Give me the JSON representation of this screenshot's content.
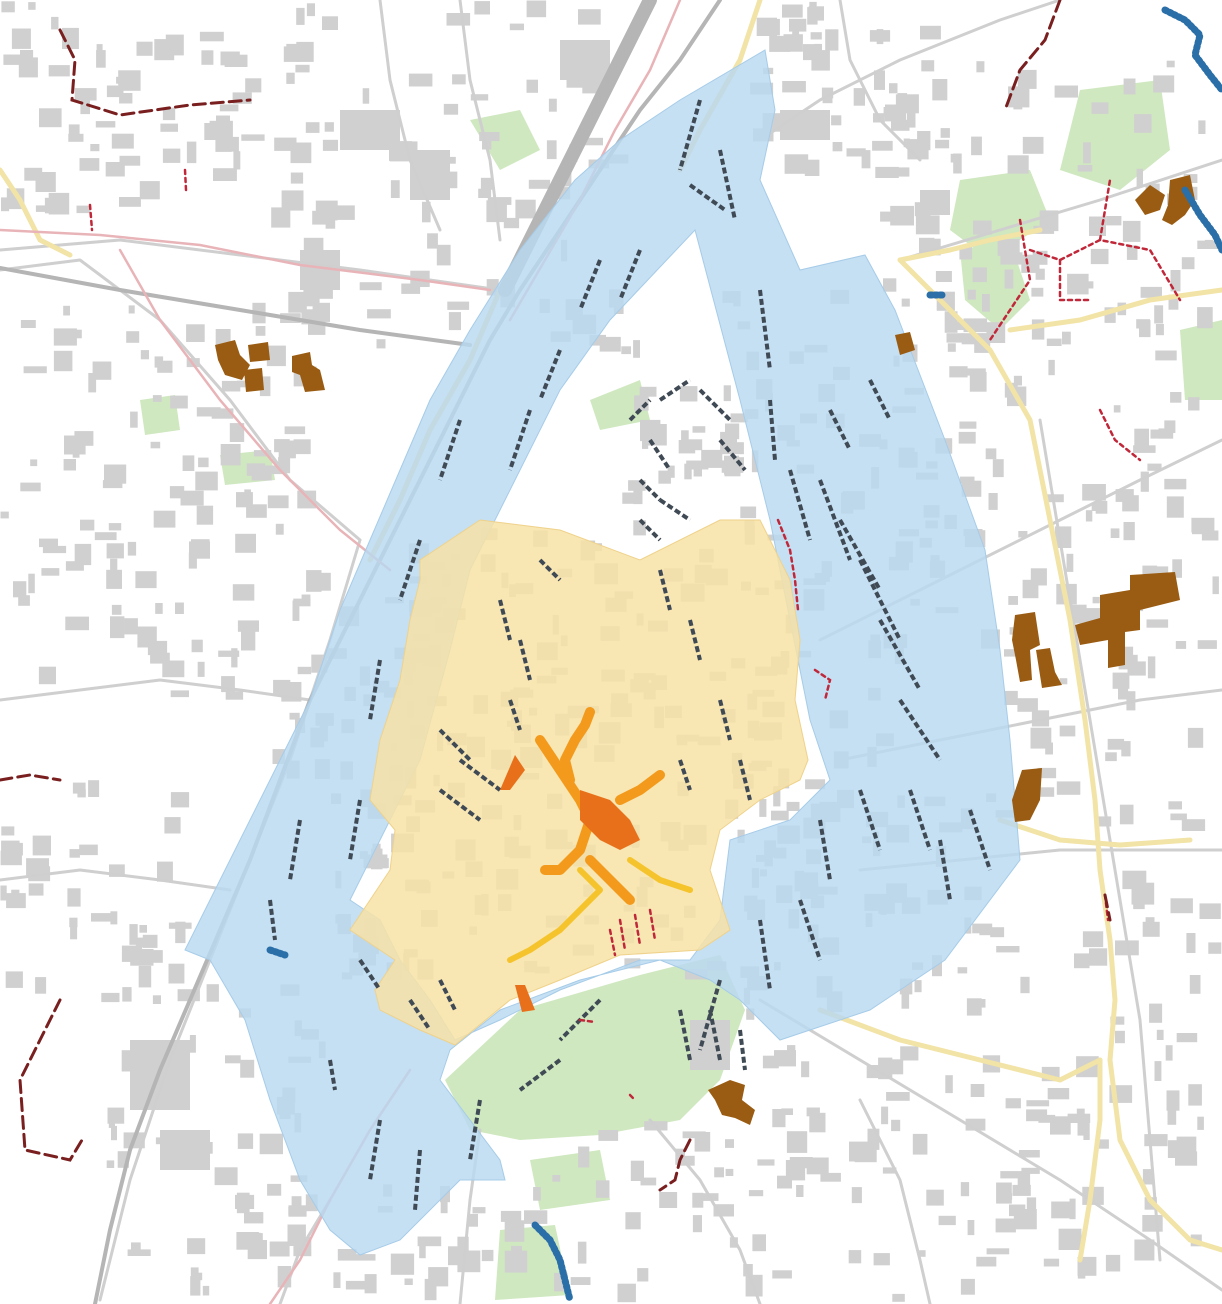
{
  "map": {
    "colors": {
      "background": "#ffffff",
      "building": "#d0d0d0",
      "road_casing": "#cfcfcf",
      "road_minor": "#e2e2e2",
      "main_road": "#f2e3a6",
      "railway": "#b5b5b5",
      "rail_pink": "#e8b4b8",
      "green_area": "#cfe8c0",
      "zone_outer": "#b8d8f0",
      "zone_outer_edge": "#a6cce8",
      "zone_inner": "#f7e2a6",
      "zone_inner_edge": "#efd28a",
      "parking_stripe": "#3f4a55",
      "pedestrian_core": "#f39a1c",
      "pedestrian_dark": "#e8701a",
      "footpath_red": "#c0283a",
      "trail_brown": "#7a1f1f",
      "public_building": "#9a5c12",
      "waterway": "#2a6fa8"
    },
    "layers": [
      "buildings",
      "roads",
      "railway",
      "green-areas",
      "outer-zone",
      "inner-zone",
      "parking-lanes",
      "pedestrian-core",
      "footpaths",
      "trails",
      "public-buildings",
      "waterways"
    ]
  }
}
